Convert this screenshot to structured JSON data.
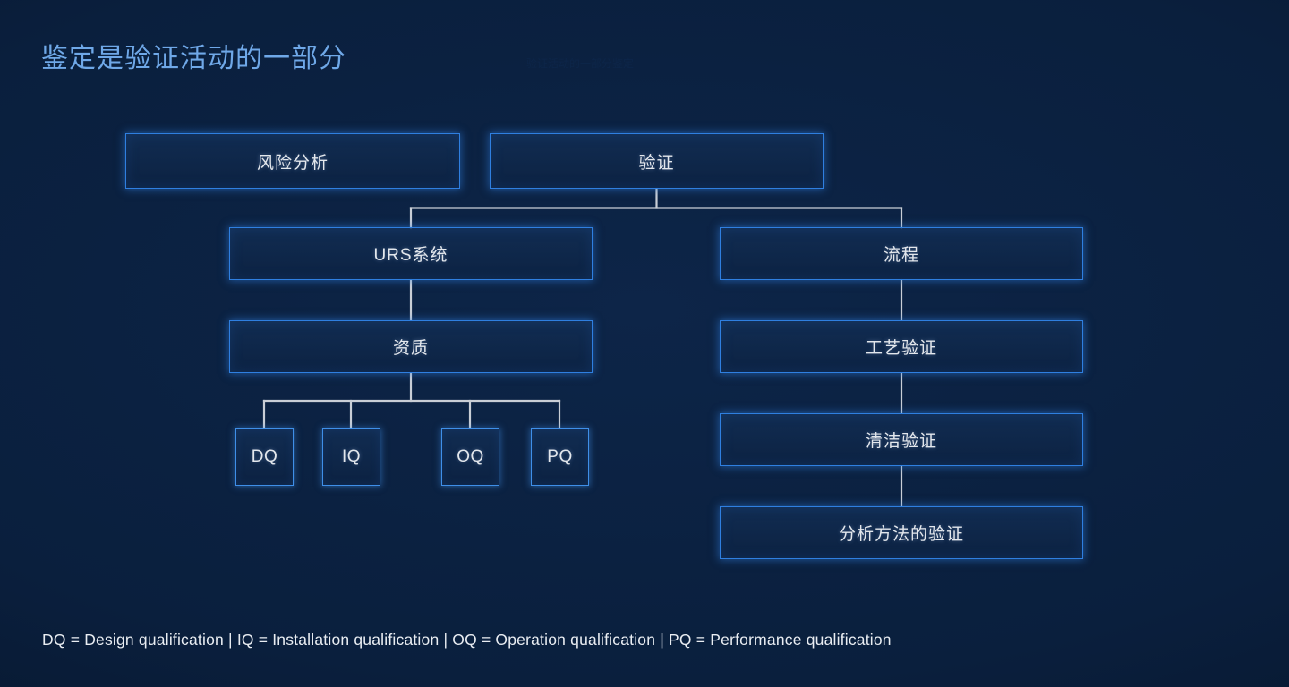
{
  "slide": {
    "title": "鉴定是验证活动的一部分",
    "ghost_text": "验证活动的一部分鉴定",
    "background_color": "#0a1f3d",
    "accent_color": "#2f7fe0",
    "title_color": "#6fa8e8",
    "text_color": "#e3e7ec"
  },
  "diagram": {
    "type": "hierarchy-flowchart",
    "nodes": [
      {
        "id": "risk-analysis",
        "label": "风险分析",
        "row": 1,
        "column": "left"
      },
      {
        "id": "validation",
        "label": "验证",
        "row": 1,
        "column": "right"
      },
      {
        "id": "urs-system",
        "label": "URS系统",
        "row": 2,
        "column": "left"
      },
      {
        "id": "process",
        "label": "流程",
        "row": 2,
        "column": "right"
      },
      {
        "id": "qualification",
        "label": "资质",
        "row": 3,
        "column": "left"
      },
      {
        "id": "process-validation",
        "label": "工艺验证",
        "row": 3,
        "column": "right"
      },
      {
        "id": "cleaning-validation",
        "label": "清洁验证",
        "row": 4,
        "column": "right"
      },
      {
        "id": "method-validation",
        "label": "分析方法的验证",
        "row": 5,
        "column": "right"
      }
    ],
    "leaf_nodes": [
      {
        "id": "dq",
        "label": "DQ"
      },
      {
        "id": "iq",
        "label": "IQ"
      },
      {
        "id": "oq",
        "label": "OQ"
      },
      {
        "id": "pq",
        "label": "PQ"
      }
    ]
  },
  "legend": {
    "text": "DQ = Design qualification | IQ = Installation qualification | OQ = Operation qualification | PQ = Performance qualification",
    "entries": [
      {
        "abbr": "DQ",
        "meaning": "Design qualification"
      },
      {
        "abbr": "IQ",
        "meaning": "Installation qualification"
      },
      {
        "abbr": "OQ",
        "meaning": "Operation qualification"
      },
      {
        "abbr": "PQ",
        "meaning": "Performance qualification"
      }
    ]
  }
}
